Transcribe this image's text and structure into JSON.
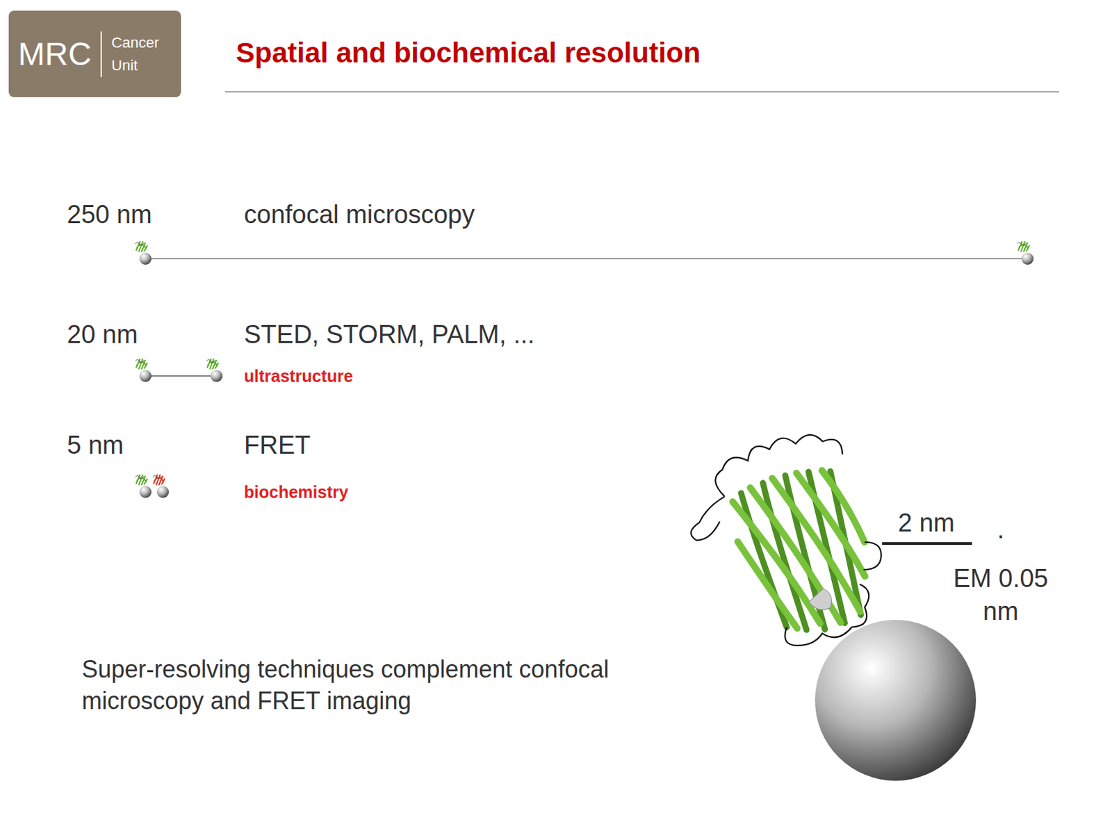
{
  "diagram": {
    "title": "Spatial and biochemical resolution",
    "caption": "Super-resolving techniques complement confocal microscopy and FRET imaging",
    "nodes": [
      {
        "text": [
          "MRC",
          "Cancer Unit"
        ]
      }
    ],
    "labels": [
      "250 nm",
      "confocal microscopy",
      "20 nm",
      "STED, STORM, PALM, ...",
      "ultrastructure",
      "5 nm",
      "FRET",
      "biochemistry",
      "2 nm",
      ".",
      "EM 0.05 nm"
    ]
  }
}
